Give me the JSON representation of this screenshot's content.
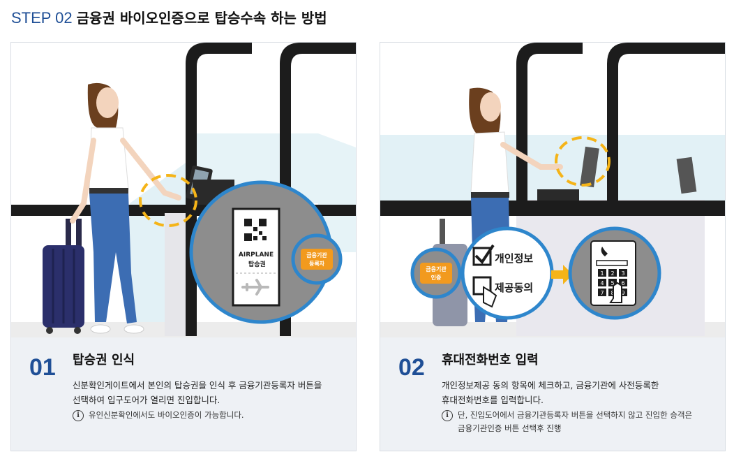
{
  "header": {
    "step": "STEP 02",
    "title": "금융권 바이오인증으로 탑승수속 하는 방법"
  },
  "cards": [
    {
      "number": "01",
      "title": "탑승권 인식",
      "description_lines": [
        "신분확인게이트에서 본인의 탑승권을 인식 후 금융기관등록자 버튼을",
        "선택하여 입구도어가 열리면 진입합니다."
      ],
      "note_lines": [
        "유인신분확인에서도 바이오인증이 가능합니다."
      ],
      "illustration": {
        "ticket_airplane": "AIRPLANE",
        "ticket_label": "탑승권",
        "button_line1": "금융기관",
        "button_line2": "등록자"
      }
    },
    {
      "number": "02",
      "title": "휴대전화번호 입력",
      "description_lines": [
        "개인정보제공 동의 항목에 체크하고, 금융기관에 사전등록한",
        "휴대전화번호를 입력합니다."
      ],
      "note_lines": [
        "단, 진입도어에서 금융기관등록자 버튼을 선택하지 않고 진입한 승객은",
        "금융기관인증 버튼 선택후 진행"
      ],
      "illustration": {
        "button_line1": "금융기관",
        "button_line2": "인증",
        "consent_line1": "개인정보",
        "consent_line2": "제공동의",
        "keypad": [
          "1",
          "2",
          "3",
          "4",
          "5",
          "6",
          "7",
          "8",
          "9"
        ]
      }
    }
  ],
  "colors": {
    "accent_blue": "#1f4f96",
    "ring_blue": "#2e86cc",
    "badge_orange": "#f29a1e",
    "dashed_yellow": "#f5b418"
  },
  "icons": [
    "info-icon",
    "qr-code-icon",
    "airplane-icon",
    "checkbox-checked-icon",
    "checkbox-empty-icon",
    "phone-icon",
    "arrow-right-icon"
  ]
}
